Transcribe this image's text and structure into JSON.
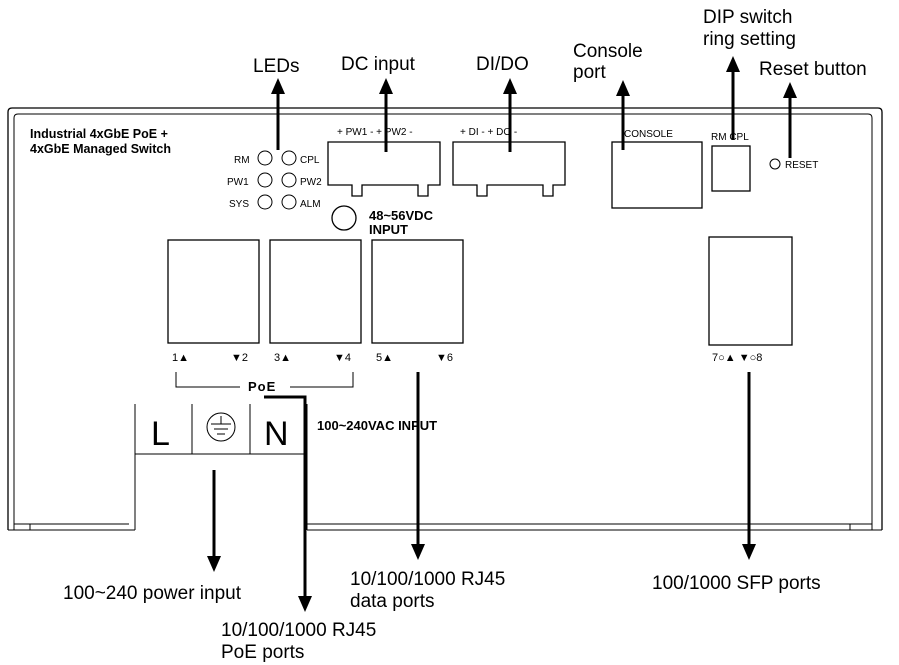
{
  "callouts": {
    "leds": "LEDs",
    "dc_input": "DC input",
    "di_do": "DI/DO",
    "console_port_line1": "Console",
    "console_port_line2": "port",
    "dip_line1": "DIP switch",
    "dip_line2": "ring setting",
    "reset_button": "Reset button",
    "power_input": "100~240 power input",
    "data_ports_line1": "10/100/1000 RJ45",
    "data_ports_line2": "data ports",
    "poe_ports_line1": "10/100/1000 RJ45",
    "poe_ports_line2": "PoE ports",
    "sfp_ports": "100/1000 SFP ports"
  },
  "device": {
    "title_line1": "Industrial 4xGbE PoE +",
    "title_line2": "4xGbE Managed Switch",
    "led_labels_left": [
      "RM",
      "PW1",
      "SYS"
    ],
    "led_labels_right": [
      "CPL",
      "PW2",
      "ALM"
    ],
    "pw_header": "+ PW1 -   + PW2 -",
    "dido_header": "+  DI  -     +  DO  -",
    "dc_input_line1": "48~56VDC",
    "dc_input_line2": "INPUT",
    "console_label": "CONSOLE",
    "dip_label": "RM CPL",
    "reset_label": "RESET",
    "port_1": "1▲",
    "port_2": "▼2",
    "port_3": "3▲",
    "port_4": "▼4",
    "port_5": "5▲",
    "port_6": "▼6",
    "sfp_ports_label": "7○▲ ▼○8",
    "poe_group": "PoE",
    "terminal_l": "L",
    "terminal_n": "N",
    "ac_input": "100~240VAC INPUT"
  }
}
